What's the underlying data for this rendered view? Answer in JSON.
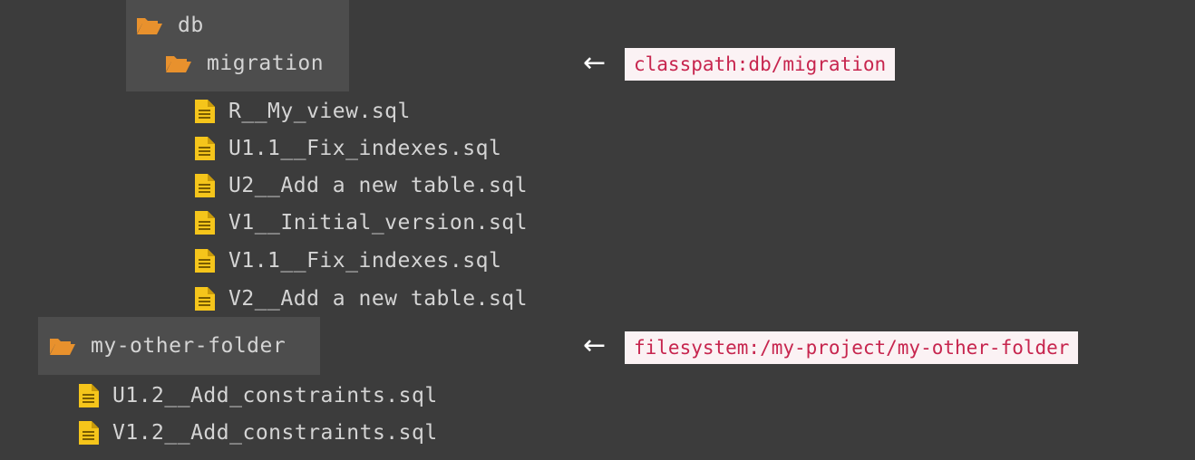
{
  "tree": {
    "db_folder": {
      "label": "db",
      "icon": "folder-open-icon"
    },
    "migration_folder": {
      "label": "migration",
      "icon": "folder-open-icon"
    },
    "migration_files": [
      {
        "label": "R__My_view.sql",
        "icon": "sql-file-icon"
      },
      {
        "label": "U1.1__Fix_indexes.sql",
        "icon": "sql-file-icon"
      },
      {
        "label": "U2__Add a new table.sql",
        "icon": "sql-file-icon"
      },
      {
        "label": "V1__Initial_version.sql",
        "icon": "sql-file-icon"
      },
      {
        "label": "V1.1__Fix_indexes.sql",
        "icon": "sql-file-icon"
      },
      {
        "label": "V2__Add a new table.sql",
        "icon": "sql-file-icon"
      }
    ],
    "other_folder": {
      "label": "my-other-folder",
      "icon": "folder-open-icon"
    },
    "other_files": [
      {
        "label": "U1.2__Add_constraints.sql",
        "icon": "sql-file-icon"
      },
      {
        "label": "V1.2__Add_constraints.sql",
        "icon": "sql-file-icon"
      }
    ]
  },
  "annotations": {
    "arrow_glyph": "←",
    "migration_location": "classpath:db/migration",
    "other_location": "filesystem:/my-project/my-other-folder"
  },
  "colors": {
    "background": "#3c3c3c",
    "highlight": "#4d4d4d",
    "folder": "#e8912d",
    "file": "#f5c51b",
    "tag_background": "#fbf2f4",
    "tag_text": "#c7254e"
  }
}
